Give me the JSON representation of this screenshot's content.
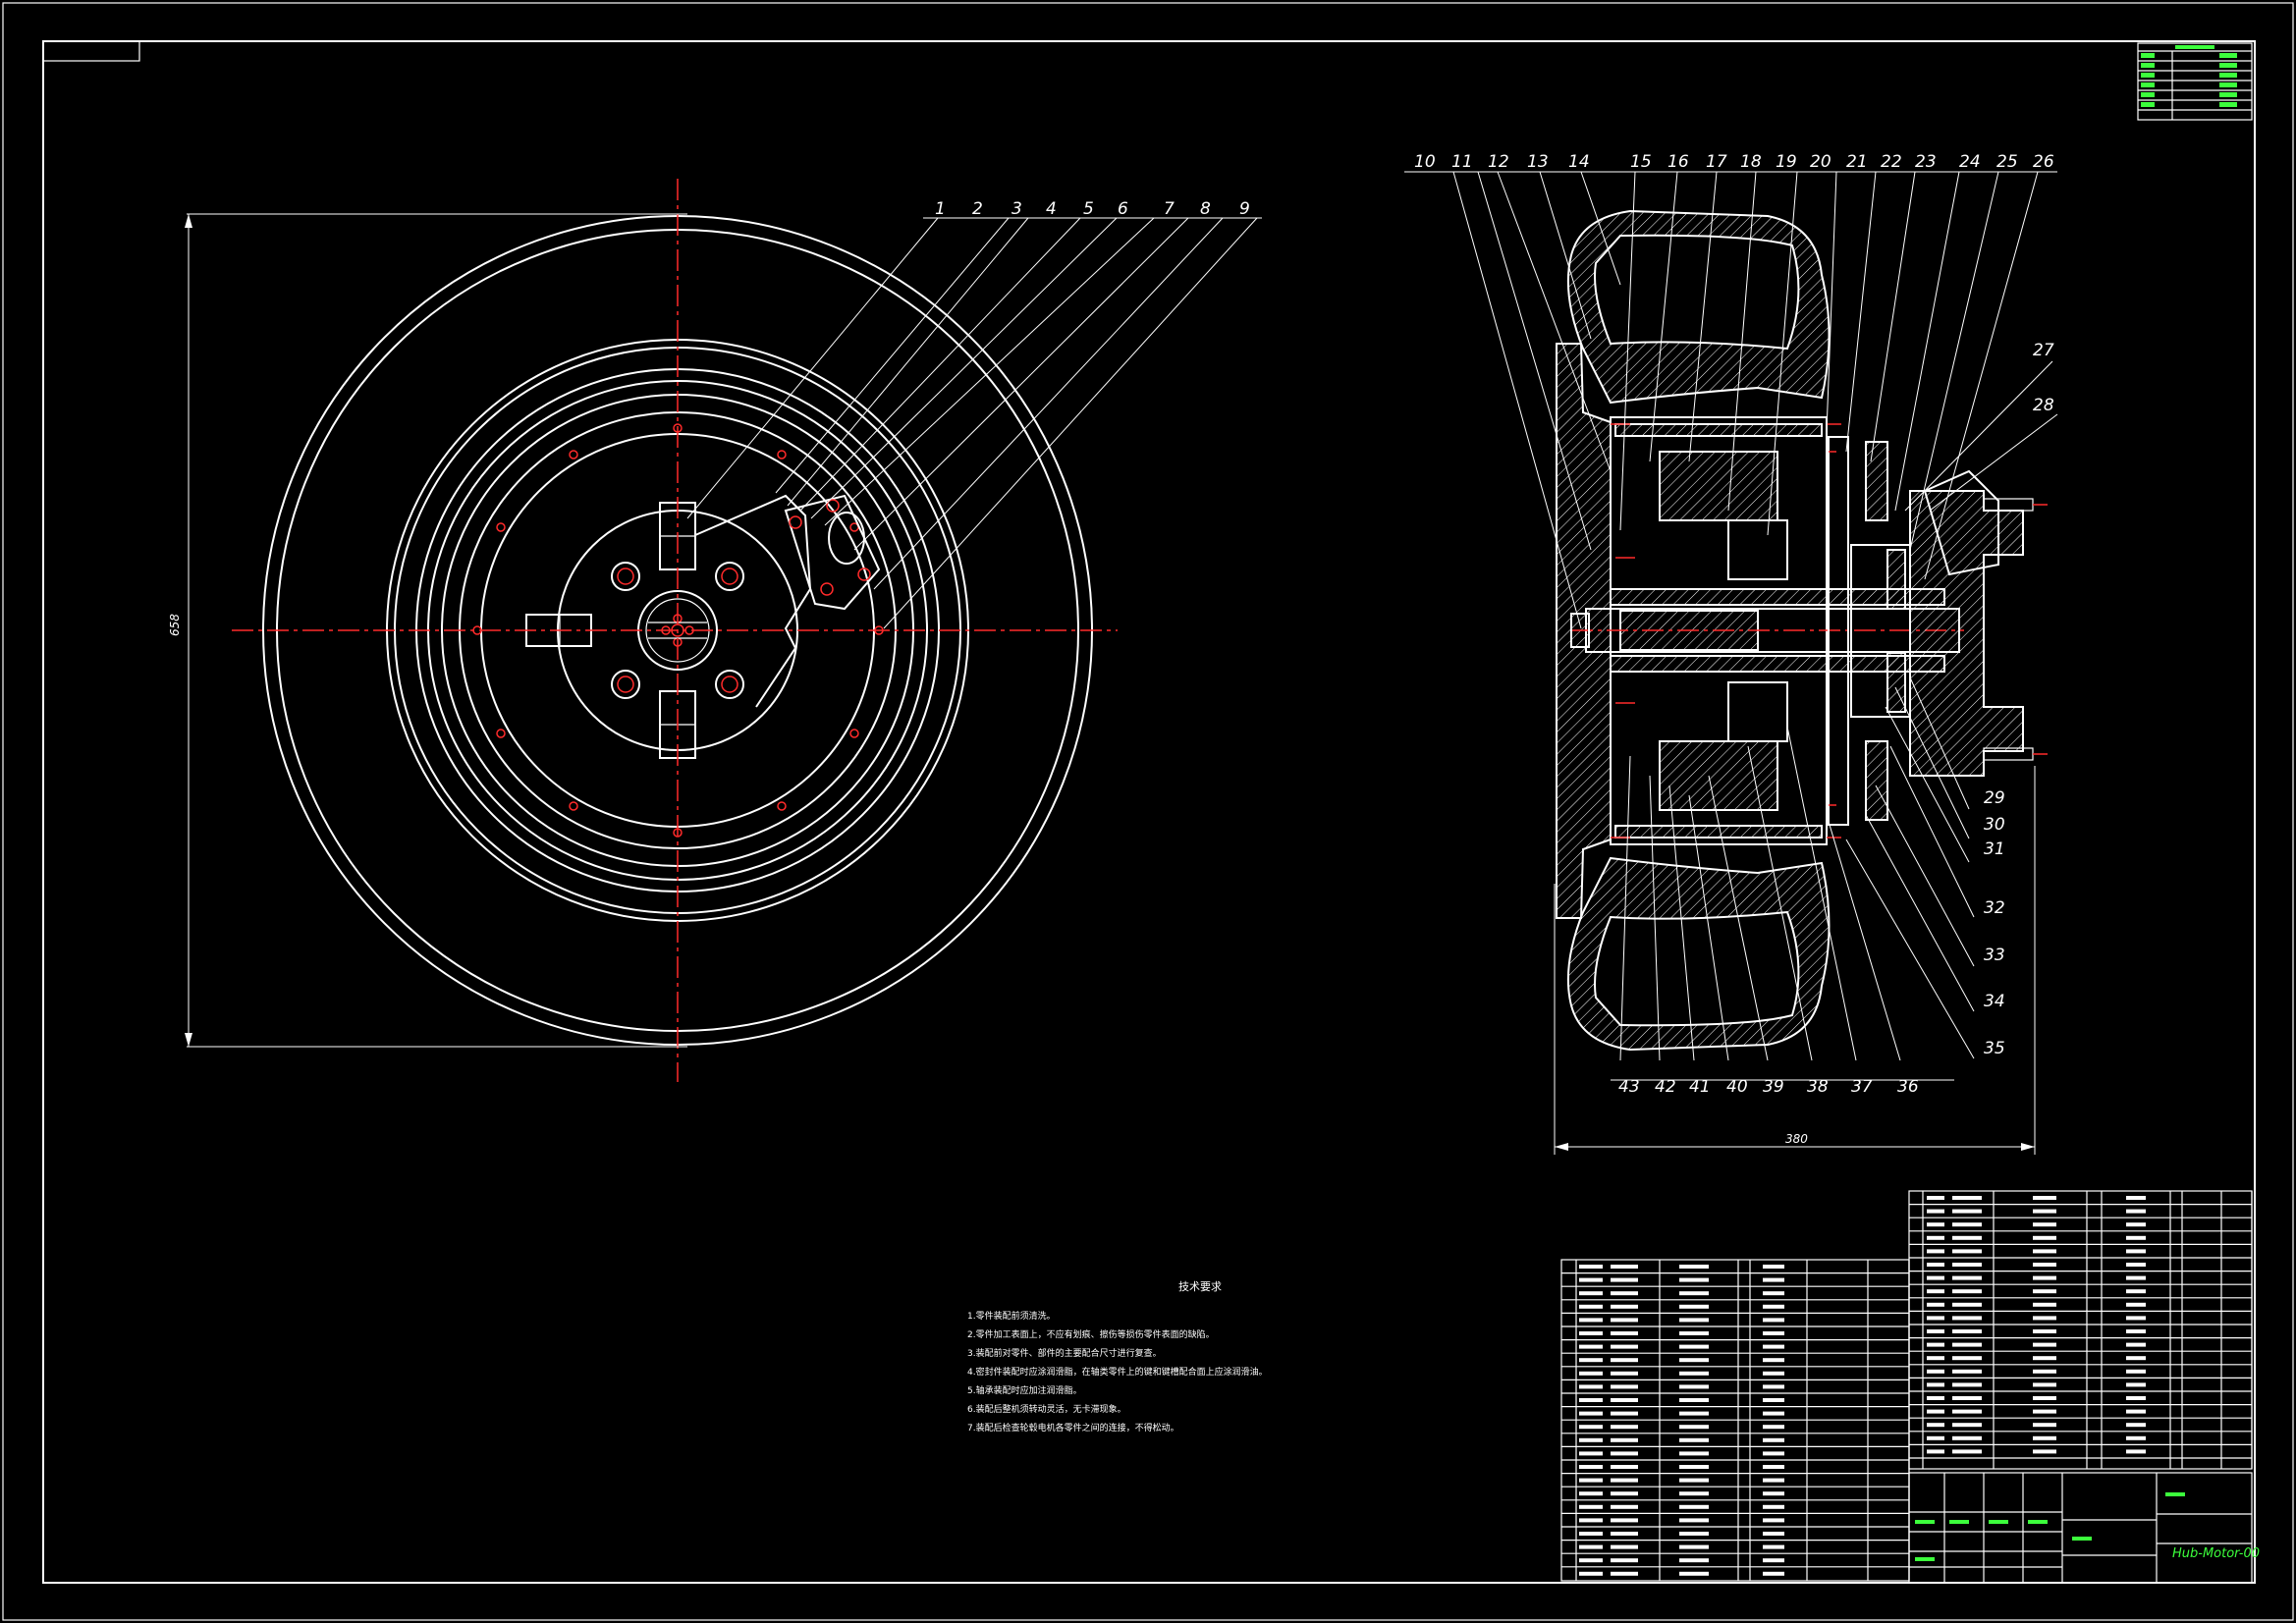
{
  "drawing": {
    "dimensions": {
      "height_dim": "658",
      "width_dim": "380"
    },
    "callouts_top": [
      "1",
      "2",
      "3",
      "4",
      "5",
      "6",
      "7",
      "8",
      "9",
      "10",
      "11",
      "12",
      "13",
      "14",
      "15",
      "16",
      "17",
      "18",
      "19",
      "20",
      "21",
      "22",
      "23",
      "24",
      "25",
      "26"
    ],
    "callouts_right": [
      "27",
      "28",
      "29",
      "30",
      "31",
      "32",
      "33",
      "34",
      "35"
    ],
    "callouts_bottom": [
      "43",
      "42",
      "41",
      "40",
      "39",
      "38",
      "37",
      "36"
    ],
    "drawing_no": "Hub-Motor-00"
  },
  "tech_requirements": {
    "title": "技术要求",
    "lines": [
      "1.零件装配前须清洗。",
      "2.零件加工表面上，不应有划痕、擦伤等损伤零件表面的缺陷。",
      "3.装配前对零件、部件的主要配合尺寸进行复查。",
      "4.密封件装配时应涂润滑脂，在轴类零件上的键和键槽配合面上应涂润滑油。",
      "5.轴承装配时应加注润滑脂。",
      "6.装配后整机须转动灵活，无卡滞现象。",
      "7.装配后检查轮毂电机各零件之间的连接，不得松动。"
    ]
  }
}
